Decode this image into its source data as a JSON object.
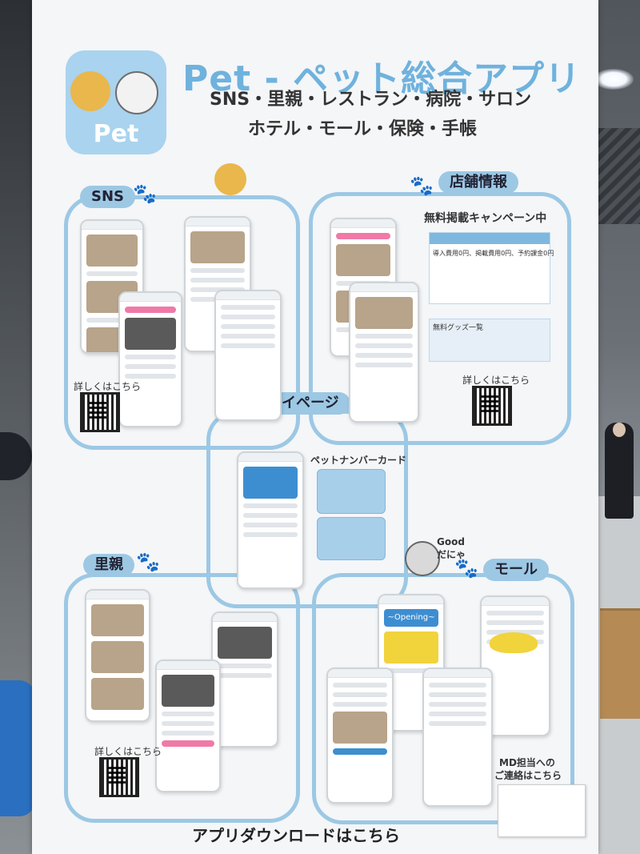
{
  "board": {
    "logo_text": "Pet",
    "title": "Pet - ペット総合アプリ",
    "subtitle_line1": "SNS・里親・レストラン・病院・サロン",
    "subtitle_line2": "ホテル・モール・保険・手帳",
    "bottom_text": "アプリダウンロードはこちら"
  },
  "sections": {
    "sns": {
      "label": "SNS",
      "details": "詳しくはこちら"
    },
    "store": {
      "label": "店舗情報",
      "campaign": "無料掲載キャンペーン中",
      "details": "詳しくはこちら",
      "fees_line": "導入費用0円、掲載費用0円、予約課金0円",
      "goods_title": "無料グッズ一覧"
    },
    "mypage": {
      "label": "マイページ",
      "card_title": "ペットナンバーカード"
    },
    "adoption": {
      "label": "里親",
      "details": "詳しくはこちら"
    },
    "mall": {
      "label": "モール",
      "mascot_speech_1": "Good",
      "mascot_speech_2": "だにゃ",
      "contact_line1": "MD担当への",
      "contact_line2": "ご連絡はこちら",
      "opening_banner": "~Opening~"
    }
  },
  "colors": {
    "accent": "#6fb2dd",
    "frame": "#9cc8e4",
    "board_bg": "#f4f6f8"
  },
  "icons": [
    "paw-icon",
    "qr-code-icon",
    "dog-face-icon",
    "cat-face-icon"
  ]
}
